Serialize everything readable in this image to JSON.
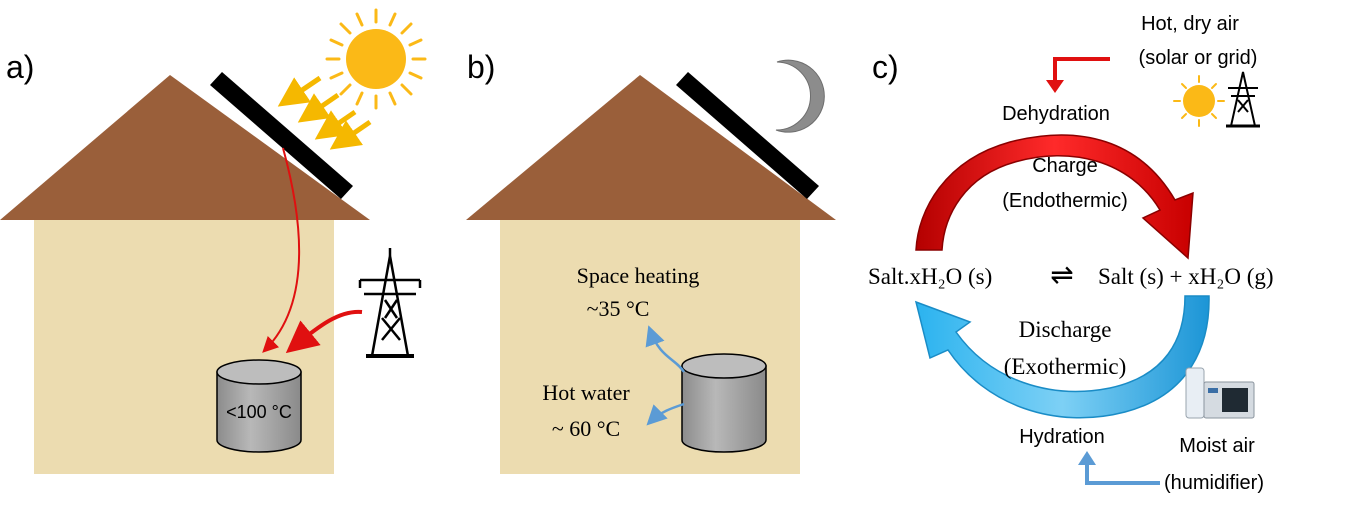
{
  "panels": {
    "a": {
      "label": "a)",
      "tank_text": "<100 °C",
      "icons": [
        "sun-icon",
        "solar-panel-icon",
        "power-pylon-icon",
        "storage-tank-icon"
      ]
    },
    "b": {
      "label": "b)",
      "space_heating_label": "Space heating",
      "space_heating_temp": "~35 °C",
      "hot_water_label": "Hot water",
      "hot_water_temp": "~ 60 °C",
      "icons": [
        "moon-icon",
        "solar-panel-icon",
        "storage-tank-icon"
      ]
    },
    "c": {
      "label": "c)",
      "hot_dry_air_line1": "Hot, dry air",
      "hot_dry_air_line2": "(solar or grid)",
      "dehydration": "Dehydration",
      "charge_line1": "Charge",
      "charge_line2": "(Endothermic)",
      "reactant": "Salt.xH₂O (s)",
      "equilibrium_symbol": "⇌",
      "product": "Salt (s) + xH₂O (g)",
      "discharge_line1": "Discharge",
      "discharge_line2": "(Exothermic)",
      "hydration": "Hydration",
      "moist_air_line1": "Moist air",
      "moist_air_line2": "(humidifier)",
      "icons": [
        "sun-icon",
        "power-pylon-icon",
        "humidifier-icon"
      ]
    }
  },
  "colors": {
    "roof": "#9a5f3a",
    "wall": "#ecdcb0",
    "panel": "#000000",
    "sun": "#fbb917",
    "sun_arrow": "#f5b800",
    "heat_arrow": "#e01010",
    "cool_arrow": "#5b9bd5",
    "charge_arrow": "#cc0000",
    "discharge_arrow": "#1ea7e8",
    "tank": "#a6a6a6"
  }
}
